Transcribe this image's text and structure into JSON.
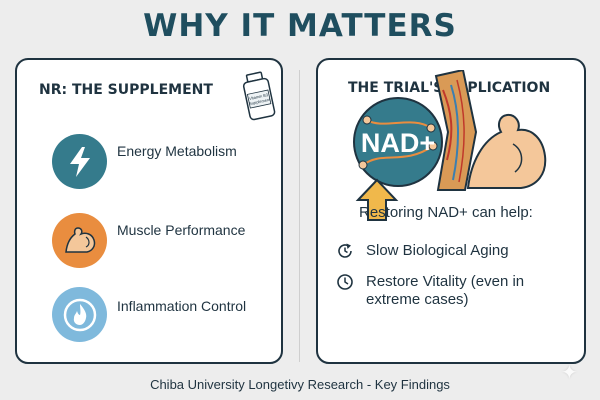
{
  "title": "WHY IT MATTERS",
  "left_panel": {
    "title": "NR: THE SUPPLEMENT",
    "bottle_label": "Vitamin B3 Supplement",
    "items": [
      {
        "label": "Energy Metabolism",
        "icon": "lightning-bolt-icon",
        "color": "#357b8c"
      },
      {
        "label": "Muscle Performance",
        "icon": "flexed-arm-icon",
        "color": "#e98d3f"
      },
      {
        "label": "Inflammation Control",
        "icon": "flame-icon",
        "color": "#7fb9dc"
      }
    ]
  },
  "right_panel": {
    "title": "THE TRIAL'S IMPLICATION",
    "nad_label": "NAD+",
    "headline": "Restoring NAD+ can help:",
    "bullets": [
      {
        "label": "Slow Biological Aging",
        "icon": "cycle-clock-icon"
      },
      {
        "label": "Restore Vitality (even in extreme cases)",
        "icon": "clock-icon"
      }
    ]
  },
  "footer": "Chiba University Longetivy Research - Key Findings",
  "colors": {
    "dark": "#1f3340",
    "teal": "#357b8c",
    "orange": "#e98d3f",
    "light_blue": "#7fb9dc"
  }
}
